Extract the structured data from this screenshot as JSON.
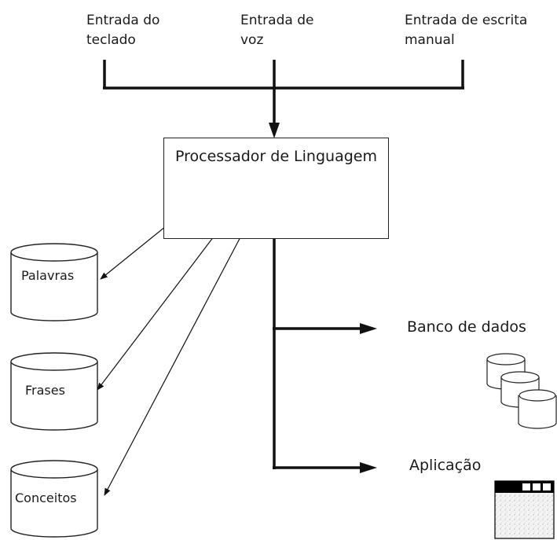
{
  "inputs": {
    "keyboard": "Entrada do\nteclado",
    "voice": "Entrada de\nvoz",
    "handwriting": "Entrada de escrita\nmanual"
  },
  "processor": {
    "title": "Processador de Linguagem"
  },
  "stores": {
    "words": "Palavras",
    "phrases": "Frases",
    "concepts": "Conceitos"
  },
  "outputs": {
    "database": "Banco de dados",
    "application": "Aplicação"
  },
  "colors": {
    "line": "#111111",
    "app_titlebar": "#000000"
  },
  "icons": {
    "database_stack": "database-stack-icon",
    "application_window": "application-window-icon"
  }
}
